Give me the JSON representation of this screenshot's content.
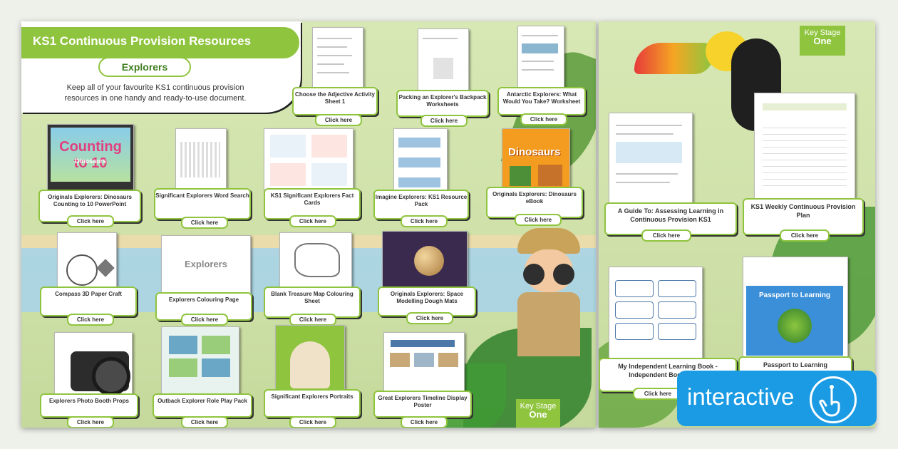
{
  "header": {
    "title": "KS1 Continuous Provision Resources",
    "subtitle": "Explorers",
    "intro": "Keep all of your favourite KS1 continuous provision resources in one handy and ready-to-use document."
  },
  "click_label": "Click here",
  "left_resources": [
    {
      "title": "Choose the Adjective Activity Sheet 1"
    },
    {
      "title": "Packing an Explorer's Backpack Worksheets"
    },
    {
      "title": "Antarctic Explorers: What Would You Take? Worksheet"
    },
    {
      "title": "Originals Explorers: Dinosaurs Counting to 10 PowerPoint",
      "thumb_title": "Counting to 10",
      "thumb_sub": "Dinosaurs"
    },
    {
      "title": "Significant Explorers Word Search"
    },
    {
      "title": "KS1 Significant Explorers Fact Cards"
    },
    {
      "title": "Imagine Explorers: KS1 Resource Pack"
    },
    {
      "title": "Originals Explorers: Dinosaurs eBook",
      "thumb_title": "Dinosaurs"
    },
    {
      "title": "Compass 3D Paper Craft"
    },
    {
      "title": "Explorers Colouring Page",
      "thumb_title": "Explorers"
    },
    {
      "title": "Blank Treasure Map Colouring Sheet"
    },
    {
      "title": "Originals Explorers: Space Modelling Dough Mats"
    },
    {
      "title": "Explorers Photo Booth Props"
    },
    {
      "title": "Outback Explorer Role Play Pack"
    },
    {
      "title": "Significant Explorers Portraits"
    },
    {
      "title": "Great Explorers Timeline Display Poster"
    }
  ],
  "right_resources": [
    {
      "title": "A Guide To: Assessing Learning in Continuous Provision KS1"
    },
    {
      "title": "KS1 Weekly Continuous Provision Plan"
    },
    {
      "title": "My Independent Learning Book - Independent Book Labels"
    },
    {
      "title": "Passport to Learning",
      "thumb_title": "Passport to Learning"
    }
  ],
  "badges": {
    "key_stage": "Key Stage",
    "one": "One"
  },
  "interactive_label": "interactive",
  "colors": {
    "accent": "#8fc43e",
    "interactive": "#1b9be3"
  }
}
